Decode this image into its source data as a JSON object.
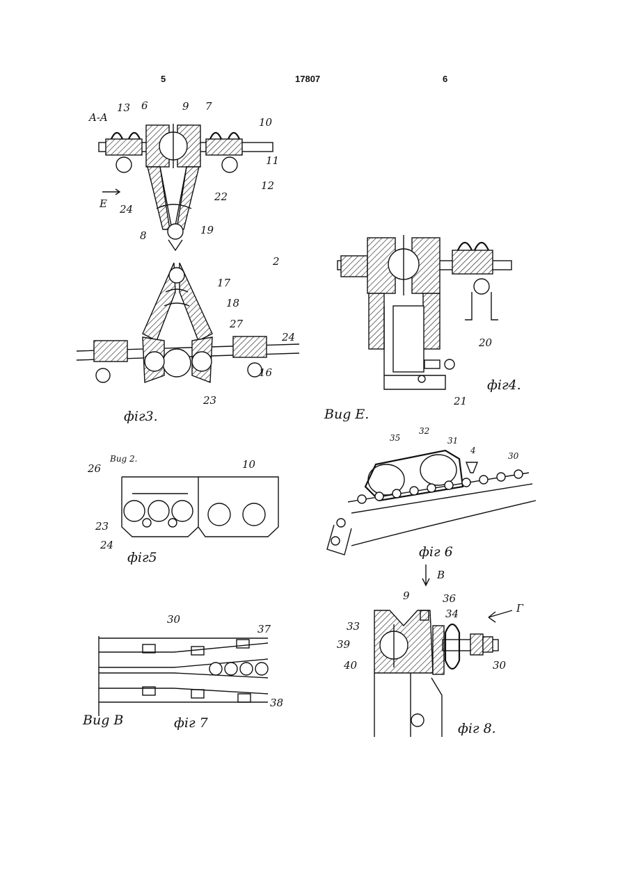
{
  "header": {
    "page_left": "5",
    "patent_number": "17807",
    "page_right": "6"
  },
  "fig3": {
    "section": "A-A",
    "view_arrow": "E",
    "labels": [
      "13",
      "6",
      "9",
      "7",
      "10",
      "11",
      "12",
      "24",
      "22",
      "8",
      "19",
      "17",
      "18",
      "27",
      "24",
      "16",
      "23"
    ],
    "caption": "фiг3.",
    "stray_mark": "2"
  },
  "fig4": {
    "labels": [
      "20",
      "21"
    ],
    "caption": "фiг4.",
    "view_caption": "Bug E."
  },
  "fig5": {
    "labels": [
      "26",
      "10",
      "23",
      "24"
    ],
    "top_fragment": "Bug 2.",
    "caption": "фiг5"
  },
  "fig6": {
    "labels": [
      "35",
      "32",
      "31",
      "4",
      "30"
    ],
    "caption": "фiг 6",
    "view_arrow": "B"
  },
  "fig7": {
    "labels": [
      "30",
      "37",
      "38"
    ],
    "view_caption": "Bug B",
    "caption": "фiг 7"
  },
  "fig8": {
    "labels": [
      "9",
      "36",
      "34",
      "33",
      "39",
      "40",
      "30"
    ],
    "view_arrow": "Г",
    "caption": "фiг 8."
  }
}
